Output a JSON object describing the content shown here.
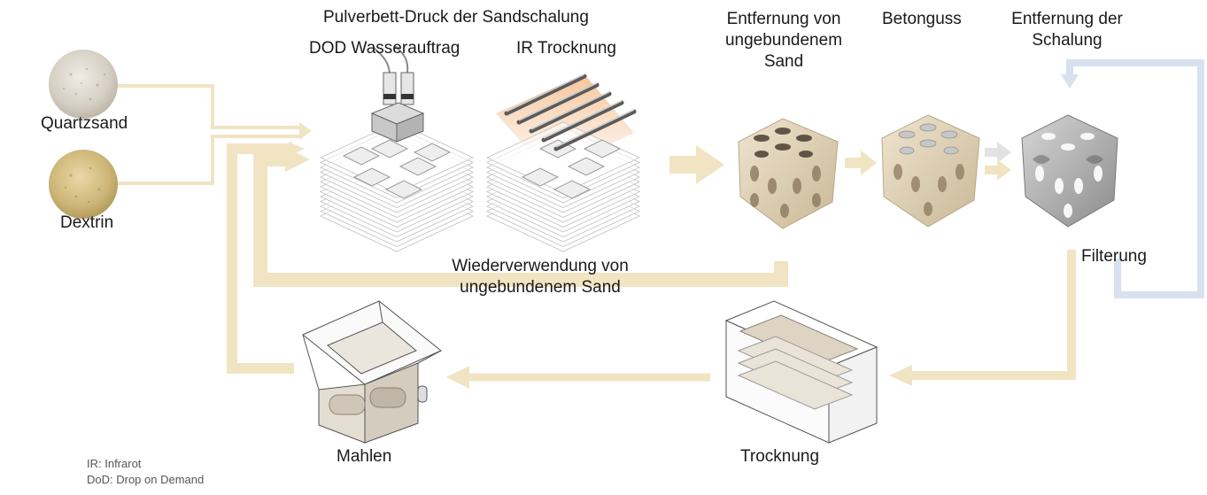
{
  "labels": {
    "title": "Pulverbett-Druck der Sandschalung",
    "dod": "DOD Wasserauftrag",
    "ir": "IR Trocknung",
    "removal_line1": "Entfernung von",
    "removal_line2": "ungebundenem",
    "removal_line3": "Sand",
    "casting": "Betonguss",
    "formwork_line1": "Entfernung der",
    "formwork_line2": "Schalung",
    "quartz": "Quartzsand",
    "dextrin": "Dextrin",
    "reuse_line1": "Wiederverwendung von",
    "reuse_line2": "ungebundenem Sand",
    "filtering": "Filterung",
    "grinding": "Mahlen",
    "drying": "Trocknung",
    "legend_ir": "IR: Infrarot",
    "legend_dod": "DoD: Drop on Demand"
  },
  "colors": {
    "flow": "#f1e4c3",
    "filter_flow": "#d7e1f0",
    "sand": "#e0d3ba",
    "sand_dark": "#b9a888",
    "concrete": "#b5b5b5",
    "dextrin": "#d9c48a",
    "quartz": "#d8d2c8"
  }
}
